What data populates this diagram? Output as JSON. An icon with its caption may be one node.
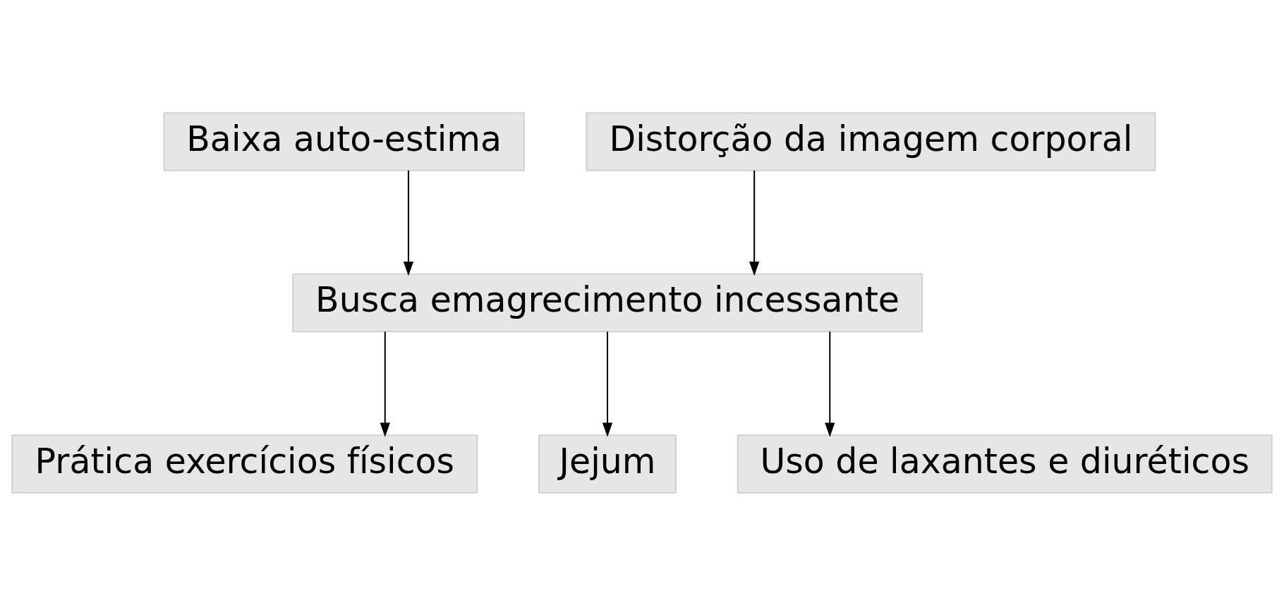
{
  "diagram": {
    "nodes": [
      {
        "text": [
          "Baixa auto-estima"
        ]
      },
      {
        "text": [
          "Distorção da imagem corporal"
        ]
      },
      {
        "text": [
          "Busca emagrecimento incessante"
        ]
      },
      {
        "text": [
          "Prática exercícios físicos"
        ]
      },
      {
        "text": [
          "Jejum"
        ]
      },
      {
        "text": [
          "Uso de laxantes e diuréticos"
        ]
      }
    ],
    "edges": [
      {
        "from": 0,
        "to": 2,
        "arrow": "to"
      },
      {
        "from": 1,
        "to": 2,
        "arrow": "to"
      },
      {
        "from": 2,
        "to": 3,
        "arrow": "to"
      },
      {
        "from": 2,
        "to": 4,
        "arrow": "to"
      },
      {
        "from": 2,
        "to": 5,
        "arrow": "to"
      }
    ]
  }
}
